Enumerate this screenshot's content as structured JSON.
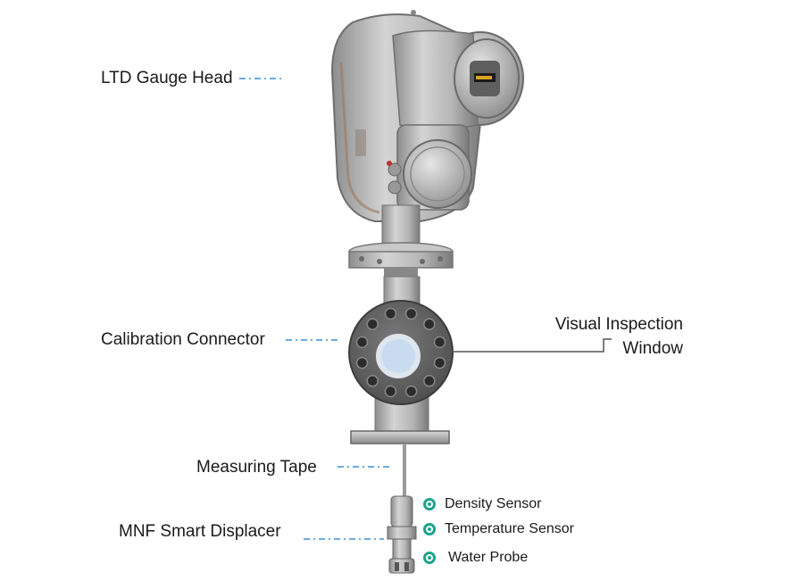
{
  "labels": {
    "gauge_head": "LTD Gauge Head",
    "calibration_connector": "Calibration Connector",
    "visual_inspection_line1": "Visual Inspection",
    "visual_inspection_line2": "Window",
    "measuring_tape": "Measuring Tape",
    "smart_displacer": "MNF Smart Displacer"
  },
  "sensors": [
    {
      "label": "Density Sensor"
    },
    {
      "label": "Temperature Sensor"
    },
    {
      "label": "Water Probe"
    }
  ],
  "colors": {
    "leader_line": "#3a8fd6",
    "sensor_dot": "#1fa38a",
    "metal": "#a9a9a9",
    "window": "#c9dcef"
  }
}
